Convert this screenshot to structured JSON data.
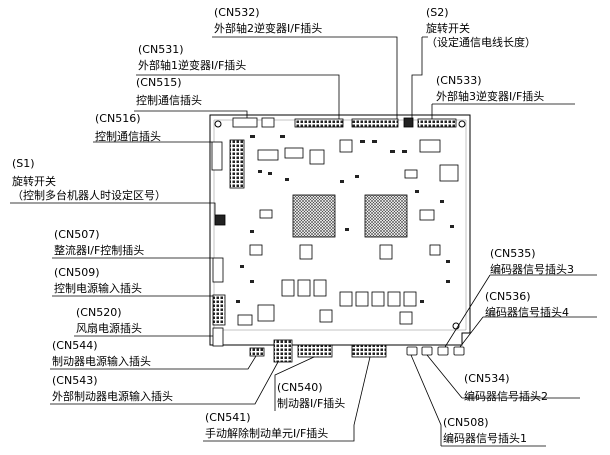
{
  "callouts": {
    "cn532": {
      "code": "(CN532)",
      "desc": "外部轴2逆变器I/F插头"
    },
    "s2": {
      "code": "(S2)",
      "desc": "旋转开关",
      "desc2": "（设定通信电线长度）"
    },
    "cn531": {
      "code": "(CN531)",
      "desc": "外部轴1逆变器I/F插头"
    },
    "cn533": {
      "code": "(CN533)",
      "desc": "外部轴3逆变器I/F插头"
    },
    "cn515": {
      "code": "(CN515)",
      "desc": "控制通信插头"
    },
    "cn516": {
      "code": "(CN516)",
      "desc": "控制通信插头"
    },
    "s1": {
      "code": "(S1)",
      "desc": "旋转开关",
      "desc2": "（控制多台机器人时设定区号）"
    },
    "cn507": {
      "code": "(CN507)",
      "desc": "整流器I/F控制插头"
    },
    "cn509": {
      "code": "(CN509)",
      "desc": "控制电源输入插头"
    },
    "cn520": {
      "code": "(CN520)",
      "desc": "风扇电源插头"
    },
    "cn544": {
      "code": "(CN544)",
      "desc": "制动器电源输入插头"
    },
    "cn543": {
      "code": "(CN543)",
      "desc": "外部制动器电源输入插头"
    },
    "cn540": {
      "code": "(CN540)",
      "desc": "制动器I/F插头"
    },
    "cn541": {
      "code": "(CN541)",
      "desc": "手动解除制动单元I/F插头"
    },
    "cn508": {
      "code": "(CN508)",
      "desc": "编码器信号插头1"
    },
    "cn534": {
      "code": "(CN534)",
      "desc": "编码器信号插头2"
    },
    "cn535": {
      "code": "(CN535)",
      "desc": "编码器信号插头3"
    },
    "cn536": {
      "code": "(CN536)",
      "desc": "编码器信号插头4"
    }
  }
}
